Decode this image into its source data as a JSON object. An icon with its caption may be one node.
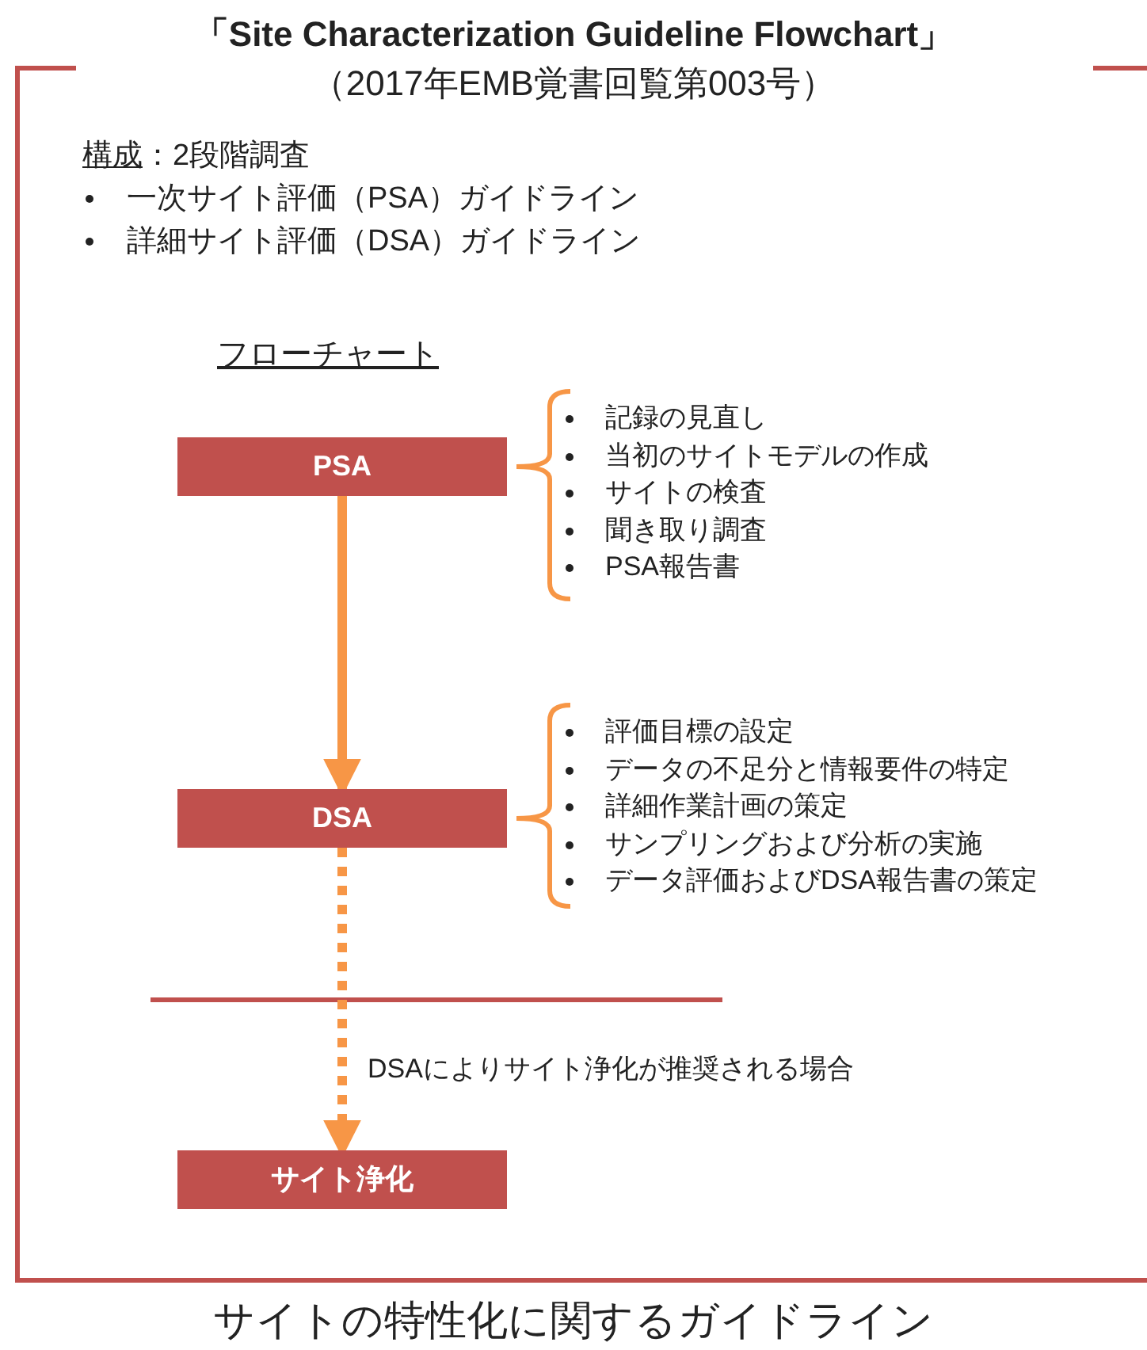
{
  "diagram": {
    "title": "「Site Characterization Guideline Flowchart」",
    "caption": "サイトの特性化に関するガイドライン",
    "nodes": [
      {
        "text": [
          "PSA"
        ],
        "beside": [
          "記録の見直し",
          "当初のサイトモデルの作成",
          "サイトの検査",
          "聞き取り調査",
          "PSA報告書"
        ]
      },
      {
        "text": [
          "DSA"
        ],
        "beside": [
          "評価目標の設定",
          "データの不足分と情報要件の特定",
          "詳細作業計画の策定",
          "サンプリングおよび分析の実施",
          "データ評価およびDSA報告書の策定"
        ]
      },
      {
        "text": [
          "サイト浄化"
        ]
      }
    ],
    "edges": [
      {
        "from": 0,
        "to": 1,
        "arrow": "to"
      },
      {
        "from": 1,
        "to": 2,
        "arrow": "to",
        "style": "dashed",
        "label": "DSAによりサイト浄化が推奨される場合"
      }
    ],
    "labels": [
      "（2017年EMB覚書回覧第003号）",
      "構成",
      "：2段階調査",
      "一次サイト評価（PSA）ガイドライン",
      "詳細サイト評価（DSA）ガイドライン",
      "フローチャート"
    ]
  }
}
